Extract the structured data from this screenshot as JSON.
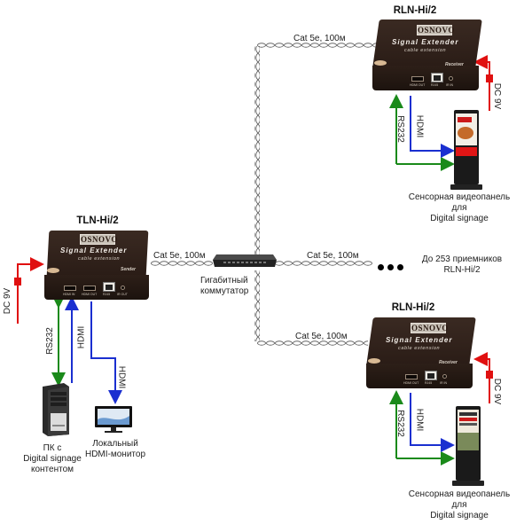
{
  "diagram": {
    "sender": {
      "model": "TLN-Hi/2",
      "brand": "OSNOVO",
      "device_title": "Signal Extender",
      "device_subtitle": "cable extension",
      "role": "Sender",
      "ports": [
        "HDMI IN",
        "HDMI OUT",
        "RJ45",
        "IR OUT"
      ],
      "power_label": "DC 9V"
    },
    "receivers": [
      {
        "model": "RLN-Hi/2",
        "brand": "OSNOVO",
        "device_title": "Signal Extender",
        "device_subtitle": "cable extension",
        "role": "Receiver",
        "ports": [
          "HDMI OUT",
          "RJ45",
          "IR IN"
        ],
        "power_label": "DC 9V",
        "link_label": "Cat 5e, 100м",
        "hdmi_label": "HDMI",
        "rs232_label": "RS232",
        "display_caption": [
          "Сенсорная видеопанель",
          "для",
          "Digital signage"
        ]
      },
      {
        "model": "RLN-Hi/2",
        "brand": "OSNOVO",
        "device_title": "Signal Extender",
        "device_subtitle": "cable extension",
        "role": "Receiver",
        "ports": [
          "HDMI OUT",
          "RJ45",
          "IR IN"
        ],
        "power_label": "DC 9V",
        "link_label": "Cat 5e, 100м",
        "hdmi_label": "HDMI",
        "rs232_label": "RS232",
        "display_caption": [
          "Сенсорная видеопанель",
          "для",
          "Digital signage"
        ]
      }
    ],
    "switch": {
      "caption": [
        "Гигабитный",
        "коммутатор"
      ],
      "uplink_label": "Cat 5e, 100м"
    },
    "middle_link": {
      "label": "Cat 5e, 100м",
      "more_receivers": [
        "До 253 приемников",
        "RLN-Hi/2"
      ]
    },
    "pc": {
      "caption": [
        "ПК с",
        "Digital signage",
        "контентом"
      ],
      "rs232_label": "RS232",
      "hdmi_label": "HDMI"
    },
    "monitor": {
      "caption": [
        "Локальный",
        "HDMI-монитор"
      ],
      "hdmi_label": "HDMI"
    },
    "colors": {
      "rs232": "#1a8a1a",
      "hdmi": "#1a2fd0",
      "power": "#e01010",
      "device_body": "#2a1c16"
    }
  }
}
